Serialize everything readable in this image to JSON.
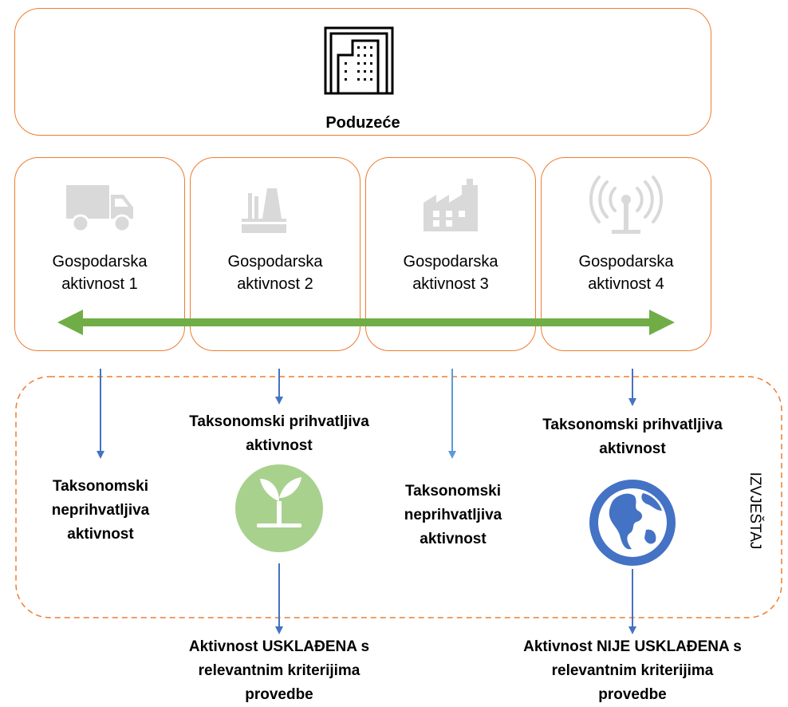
{
  "company": {
    "label": "Poduzeće",
    "icon": "office-building-icon"
  },
  "activities": [
    {
      "line1": "Gospodarska",
      "line2": "aktivnost 1",
      "icon": "truck-icon"
    },
    {
      "line1": "Gospodarska",
      "line2": "aktivnost 2",
      "icon": "power-plant-icon"
    },
    {
      "line1": "Gospodarska",
      "line2": "aktivnost 3",
      "icon": "factory-icon"
    },
    {
      "line1": "Gospodarska",
      "line2": "aktivnost 4",
      "icon": "antenna-icon"
    }
  ],
  "outcomes": {
    "a1": {
      "line1": "Taksonomski",
      "line2": "neprihvatljiva",
      "line3": "aktivnost"
    },
    "a2": {
      "line1": "Taksonomski prihvatljiva",
      "line2": "aktivnost",
      "icon": "seedling-icon"
    },
    "a3": {
      "line1": "Taksonomski",
      "line2": "neprihvatljiva",
      "line3": "aktivnost"
    },
    "a4": {
      "line1": "Taksonomski prihvatljiva",
      "line2": "aktivnost",
      "icon": "globe-icon"
    }
  },
  "alignment": {
    "aligned": {
      "line1": "Aktivnost USKLAĐENA s",
      "line2": "relevantnim kriterijima",
      "line3": "provedbe"
    },
    "not_aligned": {
      "line1": "Aktivnost NIJE USKLAĐENA s",
      "line2": "relevantnim kriterijima",
      "line3": "provedbe"
    }
  },
  "report": {
    "label": "IZVJEŠTAJ"
  },
  "colors": {
    "box_border": "#ED7D31",
    "arrow_green": "#70AD47",
    "arrow_blue": "#4472C4",
    "arrow_light_blue": "#5B9BD5",
    "icon_grey": "#D9D9D9",
    "seedling_bg": "#A9D18E",
    "globe_blue": "#4472C4"
  }
}
